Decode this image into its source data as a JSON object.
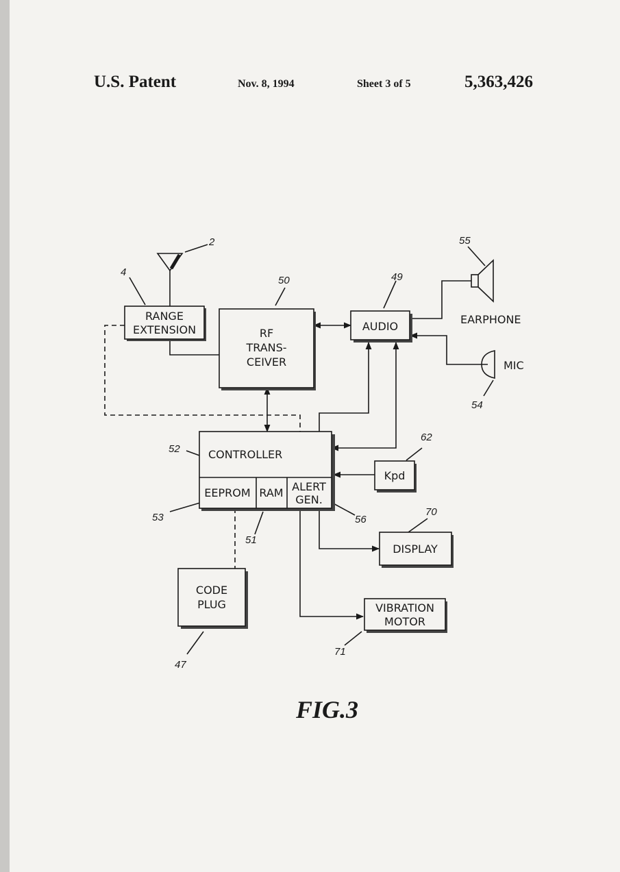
{
  "header": {
    "title": "U.S. Patent",
    "date": "Nov. 8, 1994",
    "sheet": "Sheet 3 of 5",
    "patent_number": "5,363,426"
  },
  "blocks": {
    "range_extension": [
      "RANGE",
      "EXTENSION"
    ],
    "rf_transceiver": [
      "RF",
      "TRANS-",
      "CEIVER"
    ],
    "audio": "AUDIO",
    "earphone": "EARPHONE",
    "mic": "MIC",
    "controller": "CONTROLLER",
    "eeprom": "EEPROM",
    "ram": "RAM",
    "alert_gen": [
      "ALERT",
      "GEN."
    ],
    "kpd": "Kpd",
    "display": "DISPLAY",
    "code_plug": [
      "CODE",
      "PLUG"
    ],
    "vibration_motor": [
      "VIBRATION",
      "MOTOR"
    ]
  },
  "refs": {
    "antenna": "2",
    "range_extension": "4",
    "rf_transceiver": "50",
    "audio": "49",
    "earphone": "55",
    "mic": "54",
    "controller": "52",
    "eeprom": "53",
    "ram": "51",
    "alert_gen": "56",
    "kpd": "62",
    "display": "70",
    "code_plug": "47",
    "vibration_motor": "71"
  },
  "figure_label": "FIG.3",
  "colors": {
    "ink": "#1a1a1a",
    "paper": "#f4f3f0"
  }
}
